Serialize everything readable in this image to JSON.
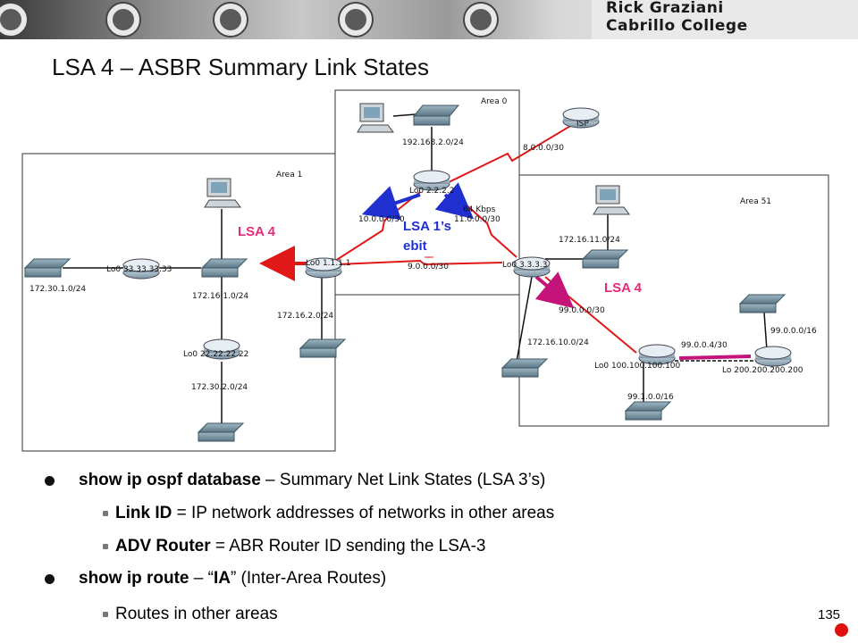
{
  "banner": {
    "line1": "Rick Graziani",
    "line2": "Cabrillo College"
  },
  "title": "LSA 4 – ASBR Summary Link States",
  "areas": {
    "area0": "Area 0",
    "area1": "Area 1",
    "area51": "Area 51"
  },
  "labels": {
    "isp": "ISP",
    "net_8": "8.0.0.0/30",
    "net_192": "192.168.2.0/24",
    "r2_lo": "Lo0 2.2.2.2",
    "net_10": "10.0.0.0/30",
    "net_11": "11.0.0.0/30",
    "kbps": "64 Kbps",
    "lsa1_line1": "LSA 1’s",
    "lsa1_line2": "ebit",
    "r1_lo": "Lo0 1.1.1.1",
    "net_9": "9.0.0.0/30",
    "r3_lo": "Lo0 3.3.3.3",
    "net_172_16_11": "172.16.11.0/24",
    "lsa4_area1": "LSA 4",
    "lsa4_area51": "LSA 4",
    "r33_lo": "Lo0 33.33.33.33",
    "net_172_30_1": "172.30.1.0/24",
    "net_172_16_1": "172.16.1.0/24",
    "net_172_16_2": "172.16.2.0/24",
    "r22_lo": "Lo0 22.22.22.22",
    "net_172_30_2": "172.30.2.0/24",
    "net_99_0_0_0_30": "99.0.0.0/30",
    "net_172_16_10": "172.16.10.0/24",
    "net_99_0_0_4": "99.0.0.4/30",
    "net_99_0_0_0_16": "99.0.0.0/16",
    "r100_lo": "Lo0 100.100.100.100",
    "r200_lo": "Lo 200.200.200.200",
    "net_99_1": "99.1.0.0/16"
  },
  "colors": {
    "lsa4": "#e8287a",
    "link_red": "#e01818",
    "link_blue": "#1f2fd0",
    "arrow_magenta": "#c4147a"
  },
  "bullets": [
    {
      "bold": "show ip ospf database",
      "rest": " – Summary Net Link States (LSA 3’s)"
    },
    {
      "bold": "Link ID",
      "rest": "  = IP network addresses of networks in other areas"
    },
    {
      "bold": "ADV Router",
      "rest": "  =  ABR Router ID sending the LSA-3"
    },
    {
      "bold": "show ip route",
      "mid1": " – “",
      "bold2": "IA",
      "mid2": "” (Inter-Area Routes)"
    },
    {
      "plain": "Routes in other areas"
    }
  ],
  "page_number": "135"
}
